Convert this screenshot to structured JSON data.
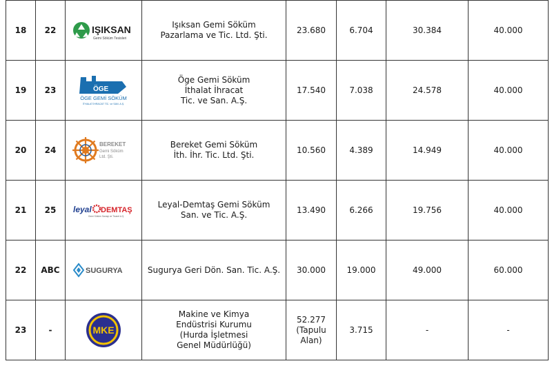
{
  "rows": [
    {
      "no": "18",
      "site": "22",
      "logo": {
        "icon": "recycle-icon",
        "name": "IŞIKSAN",
        "sub": "Gemi Söküm Tesisleri"
      },
      "company": [
        "Işıksan Gemi Söküm",
        "Pazarlama ve Tic. Ltd. Şti."
      ],
      "v1": "23.680",
      "v2": "6.704",
      "v3": "30.384",
      "v4": "40.000"
    },
    {
      "no": "19",
      "site": "23",
      "logo": {
        "icon": "ship-icon",
        "name": "ÖGE",
        "line1": "ÖGE GEMİ SÖKÜM",
        "line2": "İTHALAT İHRACAT TİC. ve SAN. A.Ş."
      },
      "company": [
        "Öge Gemi Söküm",
        "İthalat İhracat",
        "Tic. ve San. A.Ş."
      ],
      "v1": "17.540",
      "v2": "7.038",
      "v3": "24.578",
      "v4": "40.000"
    },
    {
      "no": "20",
      "site": "24",
      "logo": {
        "icon": "helm-wheel-icon",
        "line1": "BEREKET",
        "line2": "Gemi Söküm",
        "line3": "Ltd. Şti."
      },
      "company": [
        "Bereket Gemi Söküm",
        "İth. İhr. Tic. Ltd. Şti."
      ],
      "v1": "10.560",
      "v2": "4.389",
      "v3": "14.949",
      "v4": "40.000"
    },
    {
      "no": "21",
      "site": "25",
      "logo": {
        "icon": "leyal-demtas-logo",
        "left": "leyal",
        "right": "DEMTAŞ",
        "sub": "Gemi Söküm Sanayi ve Ticaret A.Ş."
      },
      "company": [
        "Leyal-Demtaş Gemi Söküm",
        "San. ve Tic. A.Ş."
      ],
      "v1": "13.490",
      "v2": "6.266",
      "v3": "19.756",
      "v4": "40.000"
    },
    {
      "no": "22",
      "site": "ABC",
      "logo": {
        "icon": "diamond-icon",
        "name": "SUGURYA"
      },
      "company": [
        "Sugurya Geri Dön. San. Tic. A.Ş."
      ],
      "v1": "30.000",
      "v2": "19.000",
      "v3": "49.000",
      "v4": "60.000"
    },
    {
      "no": "23",
      "site": "-",
      "logo": {
        "icon": "mke-emblem-icon",
        "name": "MKE"
      },
      "company": [
        "Makine ve Kimya",
        "Endüstrisi Kurumu",
        "(Hurda İşletmesi",
        "Genel Müdürlüğü)"
      ],
      "v1": [
        "52.277",
        "(Tapulu",
        "Alan)"
      ],
      "v2": "3.715",
      "v3": "-",
      "v4": "-"
    }
  ]
}
